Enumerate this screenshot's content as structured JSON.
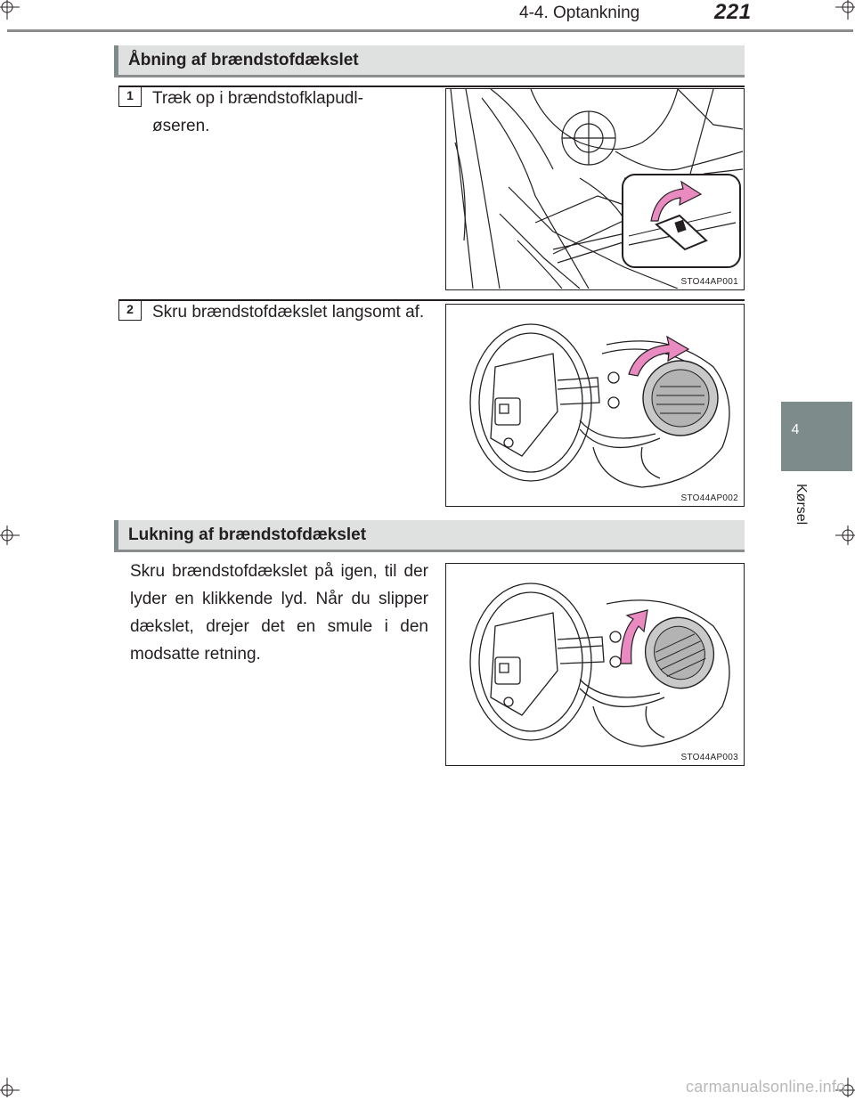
{
  "header": {
    "section": "4-4. Optankning",
    "page_number": "221"
  },
  "side_tab": {
    "chapter_number": "4",
    "chapter_label": "Kørsel"
  },
  "section_open": {
    "title": "Åbning af brændstofdækslet",
    "steps": [
      {
        "number": "1",
        "text": "Træk op i brændstofklapudløseren.",
        "figure_code": "STO44AP001"
      },
      {
        "number": "2",
        "text": "Skru brændstofdækslet langsomt af.",
        "figure_code": "STO44AP002"
      }
    ]
  },
  "section_close": {
    "title": "Lukning af brændstofdækslet",
    "text": "Skru brændstofdækslet på igen, til der lyder en klikkende lyd. Når du slipper dækslet, drejer det en smule i den modsatte retning.",
    "figure_code": "STO44AP003"
  },
  "footer": {
    "watermark": "carmanualsonline.info"
  },
  "colors": {
    "accent_gray": "#7d8b8b",
    "header_fill": "#dfe1e0",
    "arrow_pink": "#e98ac0"
  }
}
